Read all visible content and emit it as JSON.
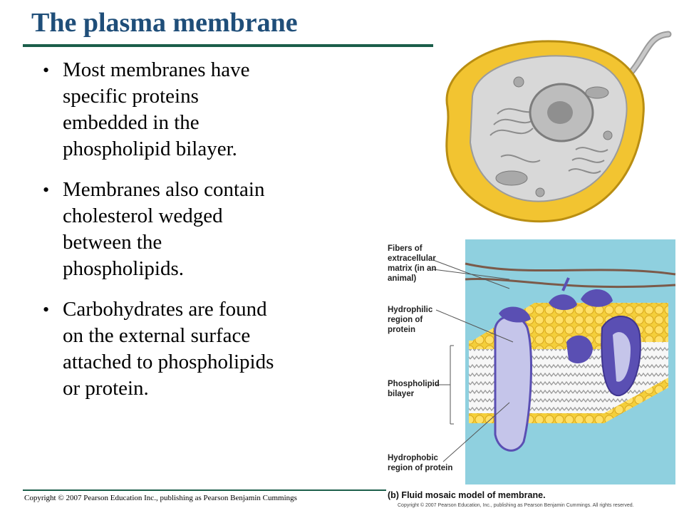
{
  "slide": {
    "title": "The plasma membrane",
    "bullets": [
      {
        "text": "Most membranes have\nspecific proteins\nembedded in the\nphospholipid bilayer."
      },
      {
        "text": "Membranes also contain\ncholesterol wedged\nbetween the\nphospholipids."
      },
      {
        "text": "Carbohydrates are found\non the external surface\nattached to phospholipids\nor protein."
      }
    ],
    "bullet_glyph": "•",
    "copyright": "Copyright © 2007 Pearson Education Inc., publishing as Pearson Benjamin Cummings"
  },
  "figure": {
    "labels": {
      "fibers": "Fibers of\nextracellular\nmatrix (in an\nanimal)",
      "hydrophilic": "Hydrophilic\nregion of\nprotein",
      "bilayer": "Phospholipid\nbilayer",
      "hydrophobic": "Hydrophobic\nregion of protein"
    },
    "caption": "(b) Fluid mosaic model of membrane.",
    "copyright": "Copyright © 2007 Pearson Education, Inc., publishing as Pearson Benjamin Cummings. All rights reserved."
  },
  "colors": {
    "title": "#1f4e79",
    "rule": "#1b5e4a",
    "water": "#8fd0df",
    "membrane_shell": "#f2c431",
    "phosphate_head": "#ffe066",
    "protein": "#5a4fb3",
    "protein_light": "#c5c5ea"
  }
}
